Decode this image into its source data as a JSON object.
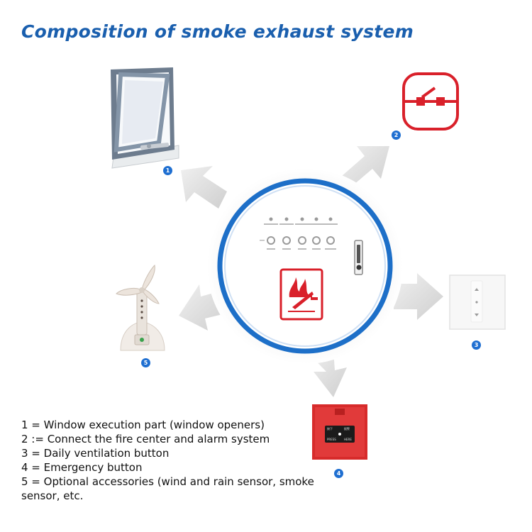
{
  "title": "Composition of smoke exhaust system",
  "badges": [
    "1",
    "2",
    "3",
    "4",
    "5"
  ],
  "legend": [
    "1 = Window execution part (window openers)",
    "2 := Connect the fire center and alarm system",
    "3 = Daily ventilation button",
    "4 = Emergency button",
    "5 = Optional accessories (wind and rain sensor, smoke sensor, etc."
  ],
  "button_labels": {
    "top_left": "按下",
    "top_right": "报警",
    "bottom_left": "PRESS",
    "bottom_right": "HERE"
  },
  "colors": {
    "title": "#1a5fae",
    "badge": "#1f6fd1",
    "ring": "#1d6fc8",
    "fire_red": "#d9202a",
    "arrow": "#dcdcdc"
  },
  "icons": [
    "window-opener-icon",
    "alarm-switch-icon",
    "ventilation-switch-icon",
    "emergency-button-icon",
    "wind-sensor-icon",
    "smoke-control-panel-icon",
    "fire-logo-icon"
  ]
}
